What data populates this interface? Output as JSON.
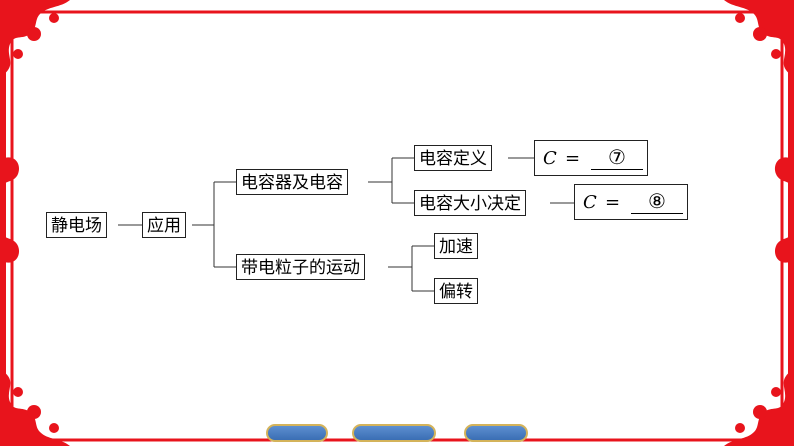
{
  "diagram": {
    "root": "静电场",
    "level1": "应用",
    "branch_capacitor": "电容器及电容",
    "branch_particle": "带电粒子的运动",
    "capacitance_definition": "电容定义",
    "capacitance_factors": "电容大小决定",
    "acceleration": "加速",
    "deflection": "偏转",
    "formula_definition": {
      "variable": "C",
      "equals": "=",
      "blank_mark": "⑦"
    },
    "formula_factors": {
      "variable": "C",
      "equals": "=",
      "blank_mark": "⑧"
    }
  },
  "colors": {
    "frame": "#e8141c",
    "nav_button": "#4a7fc4",
    "nav_button_border": "#d4b35a"
  },
  "navigation": {
    "button_count": 3,
    "button_icons": [
      "nav-button-1",
      "nav-button-2",
      "nav-button-3"
    ]
  }
}
